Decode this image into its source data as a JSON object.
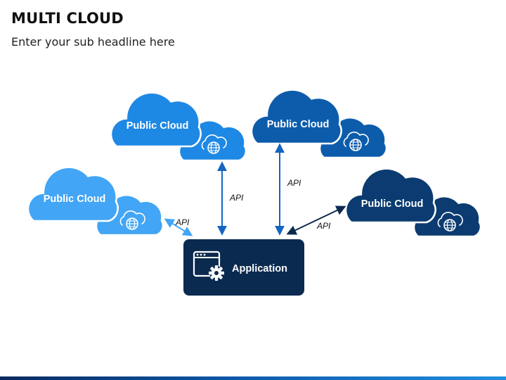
{
  "header": {
    "title": "MULTI CLOUD",
    "subtitle": "Enter your sub headline here"
  },
  "clouds": [
    {
      "label": "Public Cloud",
      "color": "#42a5f5",
      "icon": "globe-cloud-icon"
    },
    {
      "label": "Public Cloud",
      "color": "#1e88e5",
      "icon": "globe-cloud-icon"
    },
    {
      "label": "Public Cloud",
      "color": "#0d5cab",
      "icon": "globe-cloud-icon"
    },
    {
      "label": "Public Cloud",
      "color": "#0b3b70",
      "icon": "globe-cloud-icon"
    }
  ],
  "connections": [
    {
      "label": "API"
    },
    {
      "label": "API"
    },
    {
      "label": "API"
    },
    {
      "label": "API"
    }
  ],
  "application": {
    "label": "Application",
    "color": "#0b2a4f",
    "icon": "app-settings-icon"
  }
}
